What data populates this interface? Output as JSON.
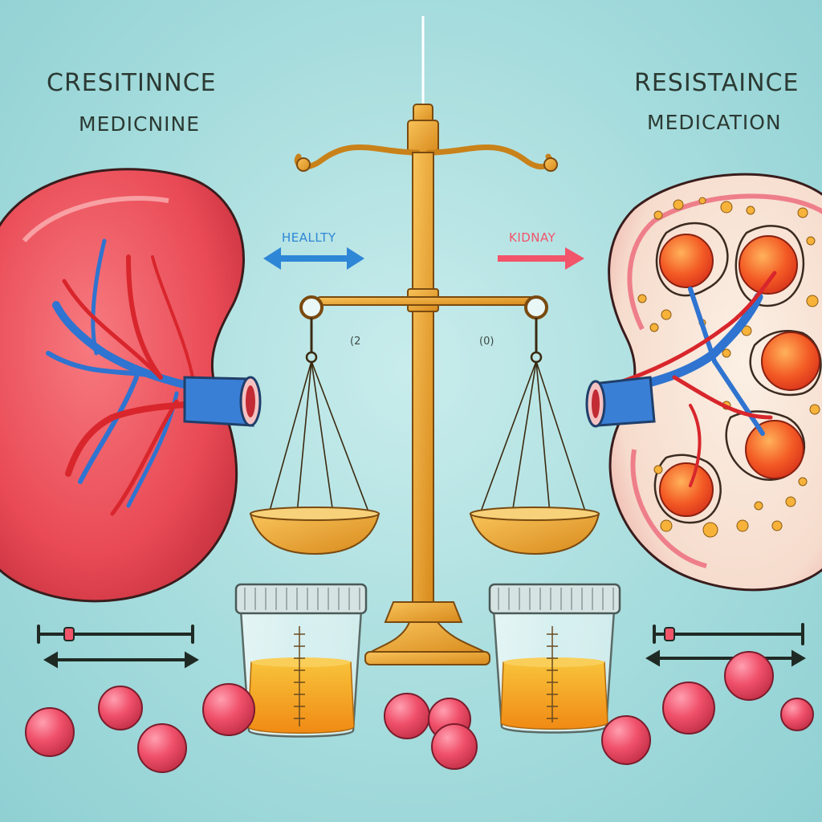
{
  "left_panel": {
    "title": "CRESITINNCE",
    "subtitle": "MEDICNINE"
  },
  "right_panel": {
    "title": "RESISTAINCE",
    "subtitle": "MEDICATION"
  },
  "tags": {
    "healthy": "HEALLTY",
    "kidney": "KIDNAY"
  },
  "pan_marks": {
    "left": "(2",
    "right": "(0)"
  },
  "colors": {
    "background": "#a6dcdd",
    "kidney_red": "#e94a55",
    "vein_blue": "#2f74d0",
    "artery_red": "#d8262c",
    "scale_gold": "#e6a52e",
    "urine": "#f3a21c",
    "pill_pink": "#f0506a",
    "healthy_arrow": "#2e86d6",
    "kidney_arrow": "#f2546a"
  },
  "icons": [
    "balance-scale-icon",
    "urine-sample-jar-icon",
    "kidney-icon",
    "double-arrow-icon"
  ]
}
